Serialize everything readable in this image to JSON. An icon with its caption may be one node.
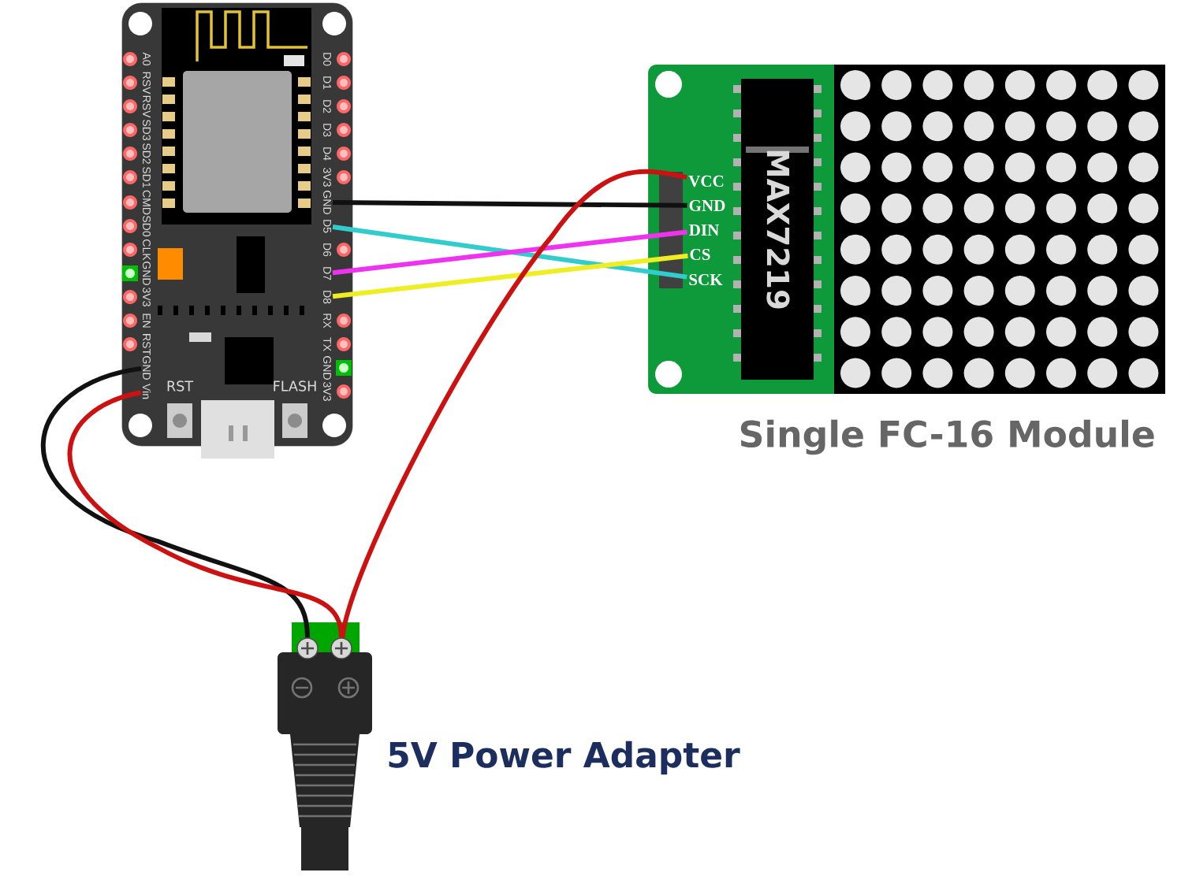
{
  "diagram": {
    "nodes": [
      {
        "text": [],
        "shape": "picture"
      },
      {
        "text": [
          "GND"
        ],
        "in": 0
      },
      {
        "text": [
          "D5"
        ],
        "in": 0
      },
      {
        "text": [
          "D7"
        ],
        "in": 0
      },
      {
        "text": [
          "D8"
        ],
        "in": 0
      },
      {
        "text": [
          "GND"
        ],
        "in": 0
      },
      {
        "text": [
          "Vin"
        ],
        "in": 0
      },
      {
        "text": [
          "Single FC-16 Module"
        ]
      },
      {
        "text": [
          "MAX7219"
        ],
        "in": 7
      },
      {
        "text": [
          "VCC"
        ],
        "in": 7
      },
      {
        "text": [
          "GND"
        ],
        "in": 7
      },
      {
        "text": [
          "DIN"
        ],
        "in": 7
      },
      {
        "text": [
          "CS"
        ],
        "in": 7
      },
      {
        "text": [
          "SCK"
        ],
        "in": 7
      },
      {
        "text": [
          "5V Power Adapter"
        ]
      },
      {
        "text": [],
        "shape": "circle",
        "in": 14
      },
      {
        "text": [],
        "shape": "circle",
        "in": 14
      }
    ],
    "edges": [
      {
        "from": 1,
        "to": 10,
        "arrow": "none",
        "color": "#111111"
      },
      {
        "from": 2,
        "to": 13,
        "arrow": "none",
        "color": "#33cccc"
      },
      {
        "from": 3,
        "to": 11,
        "arrow": "none",
        "color": "#ee33ee"
      },
      {
        "from": 4,
        "to": 12,
        "arrow": "none",
        "color": "#eeee22"
      },
      {
        "from": 5,
        "to": 15,
        "arrow": "none",
        "color": "#111111"
      },
      {
        "from": 6,
        "to": 16,
        "arrow": "none",
        "color": "#cc1111"
      },
      {
        "from": 16,
        "to": 9,
        "arrow": "none",
        "color": "#cc1111"
      }
    ],
    "labels": [
      "A0",
      "RSV",
      "RSV",
      "SD3",
      "SD2",
      "SD1",
      "CMD",
      "SD0",
      "CLK",
      "GND",
      "3V3",
      "EN",
      "RST",
      "D0",
      "D1",
      "D2",
      "D3",
      "D4",
      "3V3",
      "D6",
      "RX",
      "TX",
      "GND",
      "3V3",
      "RST",
      "FLASH"
    ]
  }
}
